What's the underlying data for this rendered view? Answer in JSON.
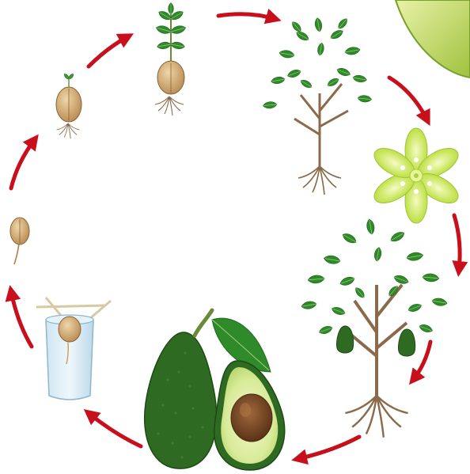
{
  "diagram": {
    "stages": [
      {
        "name": "seed-in-water-glass"
      },
      {
        "name": "germinating-seed"
      },
      {
        "name": "seed-with-sprout"
      },
      {
        "name": "seedling"
      },
      {
        "name": "young-tree"
      },
      {
        "name": "flower"
      },
      {
        "name": "fruiting-tree"
      },
      {
        "name": "avocado-fruit"
      }
    ],
    "cycle_direction": "clockwise",
    "colors": {
      "arrow": "#c8101c",
      "leaf": "#2f8a2a",
      "leaf_dark": "#1f6b1f",
      "seed": "#c9a06a",
      "trunk": "#8a6a4a",
      "flower": "#d6f07a",
      "avocado_skin": "#2f6a22",
      "avocado_flesh": "#c8e08a",
      "pit": "#7a4a28"
    }
  }
}
